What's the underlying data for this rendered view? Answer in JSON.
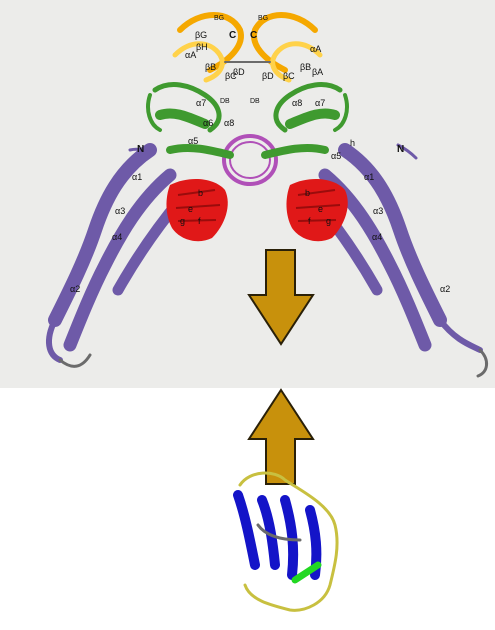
{
  "colors": {
    "panel_background": "#ececea",
    "page_background": "#ffffff",
    "domain_top": "#f5a800",
    "domain_top_light": "#ffd24a",
    "domain_helix_mid": "#3f9a2f",
    "domain_beta_sheet": "#e01818",
    "domain_long_helix": "#6e5aa8",
    "domain_ring": "#b050b8",
    "loop_grey": "#6b6b6b",
    "arrow_fill": "#c8910c",
    "arrow_stroke": "#2a2008",
    "small_protein_helix": "#1414c8",
    "small_protein_loop": "#c8c040",
    "small_protein_strand": "#22d822"
  },
  "labels": {
    "top_left": {
      "bg": "BG",
      "c": "C",
      "beta_g": "βG",
      "beta_h": "βH",
      "alpha_a": "αA",
      "beta_b": "βB",
      "beta_c": "βC",
      "beta_d": "βD",
      "db": "DB"
    },
    "top_right": {
      "bg": "BG",
      "c": "C",
      "alpha_a": "αA",
      "beta_a": "βA",
      "beta_b": "βB",
      "beta_c": "βC",
      "beta_d": "βD",
      "db": "DB"
    },
    "mid_left": {
      "alpha7": "α7",
      "alpha6": "α6",
      "alpha8": "α8",
      "alpha5": "α5"
    },
    "mid_right": {
      "alpha8": "α8",
      "alpha7": "α7",
      "h": "h",
      "alpha5": "α5"
    },
    "sheet_left": {
      "b": "b",
      "e": "e",
      "g": "g",
      "f": "f"
    },
    "sheet_right": {
      "b": "b",
      "e": "e",
      "g": "g",
      "f": "f"
    },
    "helix_left": {
      "n": "N",
      "alpha1": "α1",
      "alpha3": "α3",
      "alpha4": "α4",
      "alpha2": "α2"
    },
    "helix_right": {
      "n": "N",
      "alpha1": "α1",
      "alpha3": "α3",
      "alpha4": "α4",
      "alpha2": "α2"
    }
  },
  "icons": {
    "down_arrow": "down-arrow-icon",
    "up_arrow": "up-arrow-icon"
  }
}
